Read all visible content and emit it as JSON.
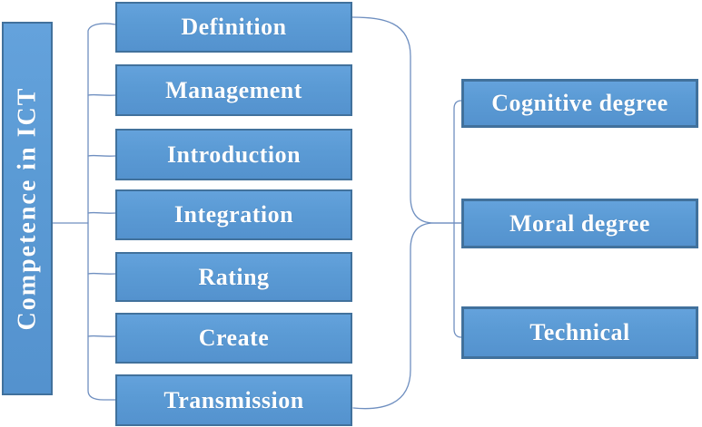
{
  "diagram": {
    "root": {
      "label": "Competence in ICT"
    },
    "middle": [
      {
        "label": "Definition"
      },
      {
        "label": "Management"
      },
      {
        "label": "Introduction"
      },
      {
        "label": "Integration"
      },
      {
        "label": "Rating"
      },
      {
        "label": "Create"
      },
      {
        "label": "Transmission"
      }
    ],
    "right": [
      {
        "label": "Cognitive degree"
      },
      {
        "label": "Moral degree"
      },
      {
        "label": "Technical"
      }
    ],
    "edges": [
      {
        "from": "Competence in ICT",
        "to": [
          "Definition",
          "Management",
          "Introduction",
          "Integration",
          "Rating",
          "Create",
          "Transmission"
        ]
      },
      {
        "from": "Definition",
        "to": [
          "Cognitive degree",
          "Moral degree",
          "Technical"
        ]
      },
      {
        "from": "Transmission",
        "to": [
          "Cognitive degree",
          "Moral degree",
          "Technical"
        ]
      }
    ],
    "colors": {
      "box_fill": "#5B9BD5",
      "box_border": "#41719C",
      "connector": "#6F8FC0",
      "label_text": "#FFFFFF",
      "background": "#FFFFFF"
    }
  }
}
